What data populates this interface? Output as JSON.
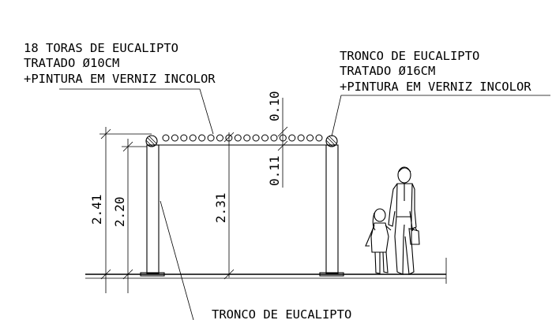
{
  "annotations": {
    "roof": [
      "18 TORAS DE EUCALIPTO",
      "TRATADO Ø10CM",
      "+PINTURA EM VERNIZ INCOLOR"
    ],
    "beam": [
      "TRONCO DE EUCALIPTO",
      "TRATADO Ø16CM",
      "+PINTURA EM VERNIZ INCOLOR"
    ],
    "post": [
      "TRONCO DE EUCALIPTO"
    ]
  },
  "dimensions": {
    "total_height": "2.41",
    "clear_height": "2.20",
    "center_height": "2.31",
    "top_dim": "0.10",
    "mid_dim": "0.11"
  },
  "roof_log_count": 18
}
